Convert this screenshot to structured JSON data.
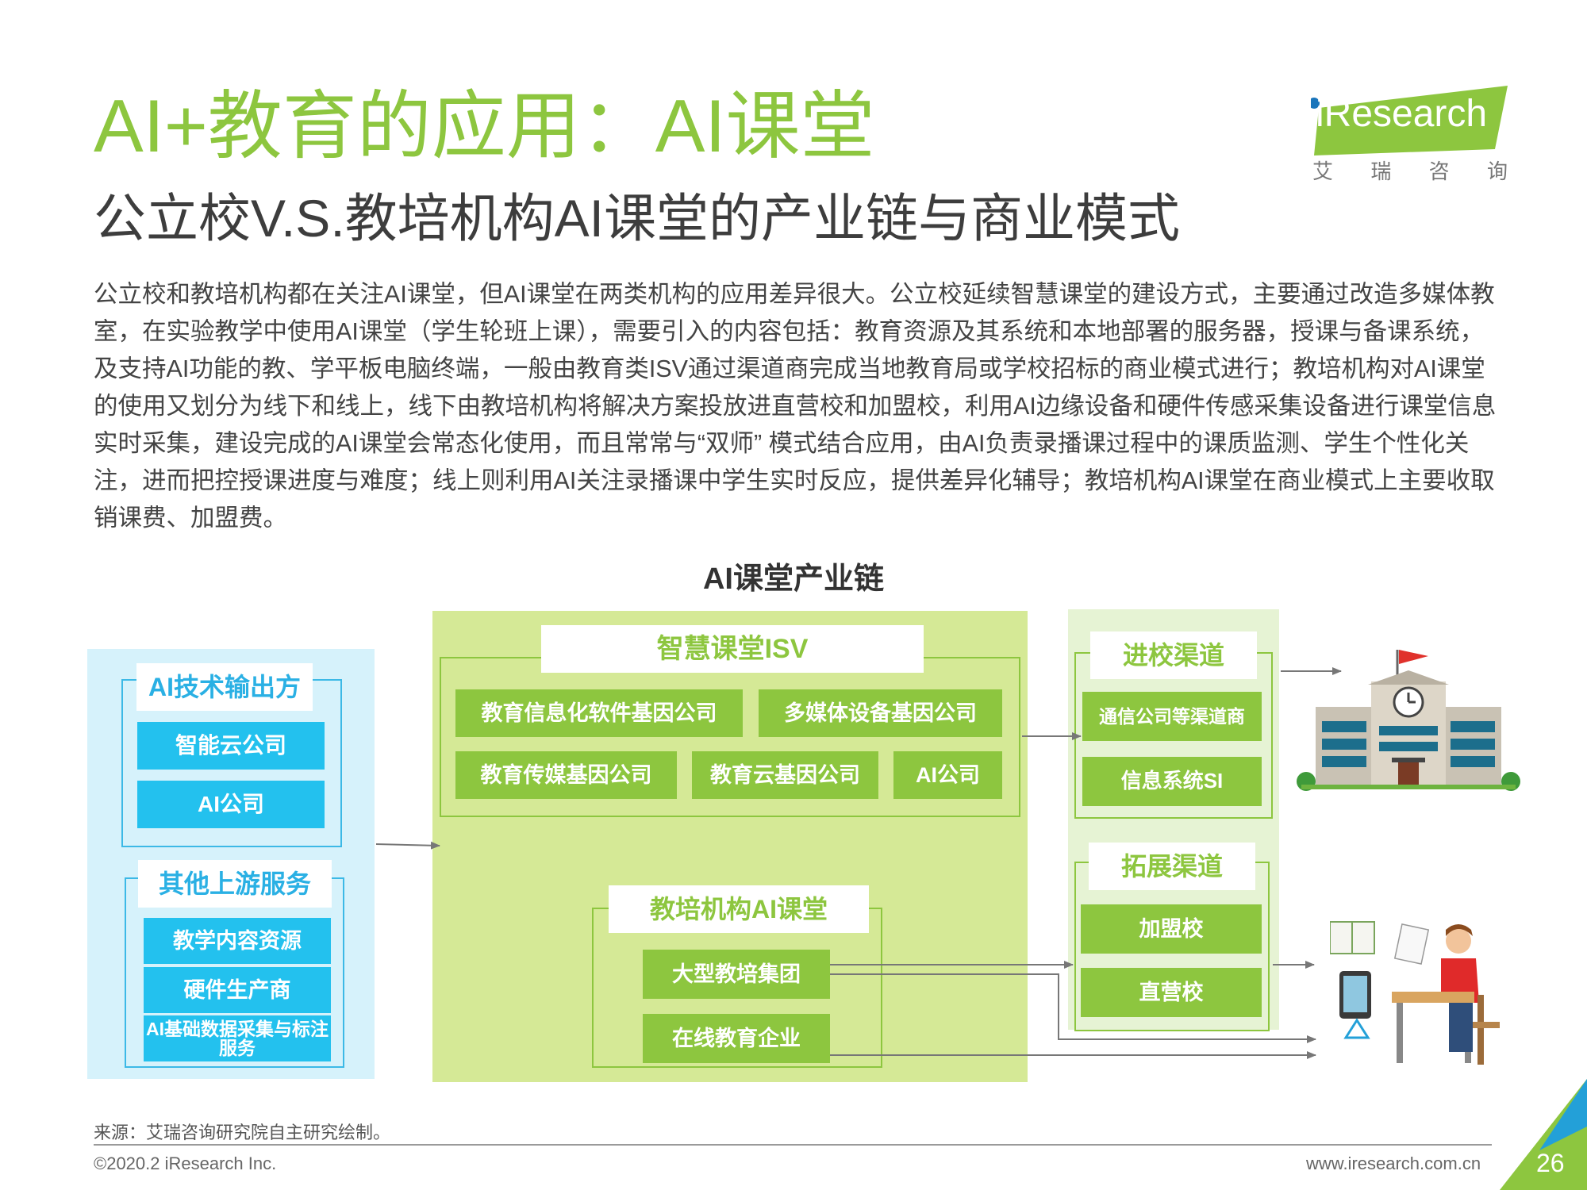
{
  "header": {
    "title": "AI+教育的应用：AI课堂",
    "subtitle": "公立校V.S.教培机构AI课堂的产业链与商业模式"
  },
  "logo": {
    "brand": "iResearch",
    "chinese": [
      "艾",
      "瑞",
      "咨",
      "询"
    ]
  },
  "body": "公立校和教培机构都在关注AI课堂，但AI课堂在两类机构的应用差异很大。公立校延续智慧课堂的建设方式，主要通过改造多媒体教室，在实验教学中使用AI课堂（学生轮班上课），需要引入的内容包括：教育资源及其系统和本地部署的服务器，授课与备课系统，及支持AI功能的教、学平板电脑终端，一般由教育类ISV通过渠道商完成当地教育局或学校招标的商业模式进行；教培机构对AI课堂的使用又划分为线下和线上，线下由教培机构将解决方案投放进直营校和加盟校，利用AI边缘设备和硬件传感采集设备进行课堂信息实时采集，建设完成的AI课堂会常态化使用，而且常常与“双师” 模式结合应用，由AI负责录播课过程中的课质监测、学生个性化关注，进而把控授课进度与难度；线上则利用AI关注录播课中学生实时反应，提供差异化辅导；教培机构AI课堂在商业模式上主要收取销课费、加盟费。",
  "diagram": {
    "title": "AI课堂产业链",
    "ai_tech": {
      "label": "AI技术输出方",
      "items": [
        "智能云公司",
        "AI公司"
      ]
    },
    "upstream": {
      "label": "其他上游服务",
      "items": [
        "教学内容资源",
        "硬件生产商",
        "AI基础数据采集与标注服务"
      ]
    },
    "isv": {
      "label": "智慧课堂ISV",
      "items": [
        "教育信息化软件基因公司",
        "多媒体设备基因公司",
        "教育传媒基因公司",
        "教育云基因公司",
        "AI公司"
      ]
    },
    "edu_org": {
      "label": "教培机构AI课堂",
      "items": [
        "大型教培集团",
        "在线教育企业"
      ]
    },
    "school_channel": {
      "label": "进校渠道",
      "items": [
        "通信公司等渠道商",
        "信息系统SI"
      ]
    },
    "ext_channel": {
      "label": "拓展渠道",
      "items": [
        "加盟校",
        "直营校"
      ]
    },
    "icons": [
      "school-building-icon",
      "student-desk-icon"
    ]
  },
  "footer": {
    "source": "来源：艾瑞咨询研究院自主研究绘制。",
    "copyright": "©2020.2 iResearch Inc.",
    "website": "www.iresearch.com.cn",
    "page": "26"
  },
  "colors": {
    "green": "#8dc63f",
    "blue": "#23c1ee",
    "light_blue": "#d6f2fb",
    "light_green": "#d5e996"
  }
}
